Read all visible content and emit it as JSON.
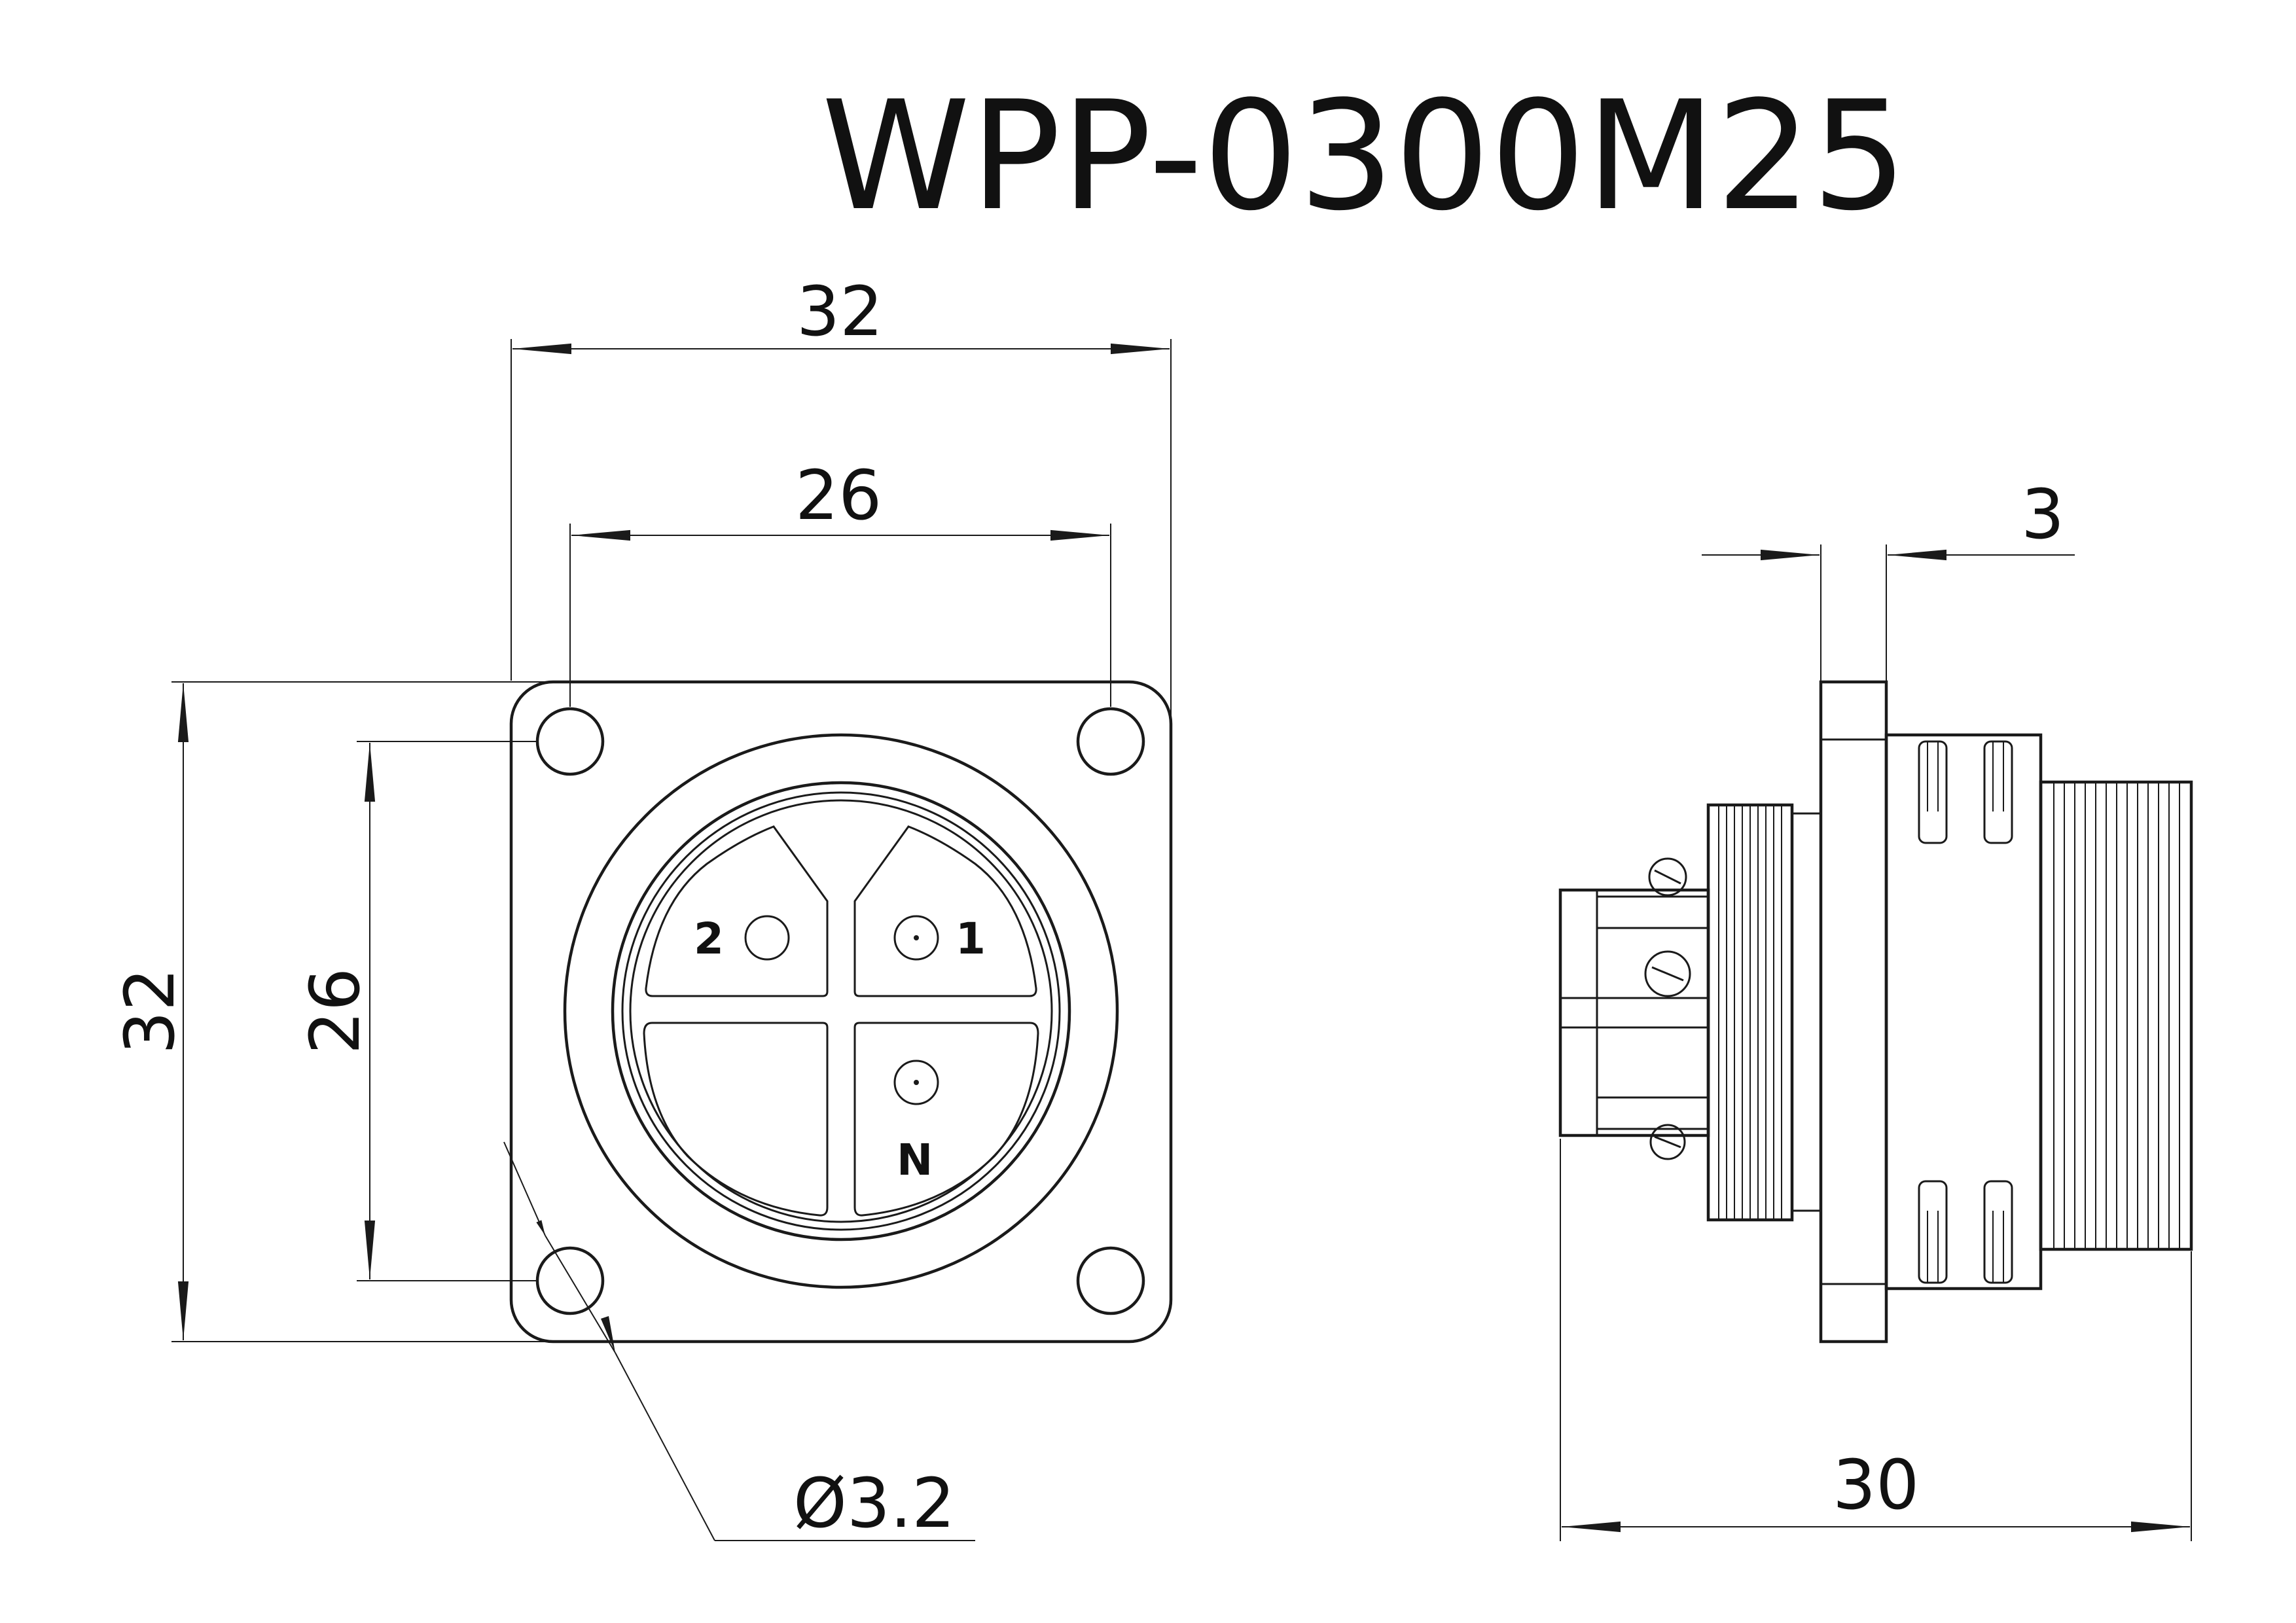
{
  "title": "WPP-0300M25",
  "dimensions": {
    "width_outer": "32",
    "width_holes": "26",
    "height_outer": "32",
    "height_holes": "26",
    "hole_diameter": "Ø3.2",
    "flange_thickness": "3",
    "overall_length": "30"
  },
  "pins": {
    "pin_2": "2",
    "pin_1": "1",
    "pin_n": "N"
  }
}
